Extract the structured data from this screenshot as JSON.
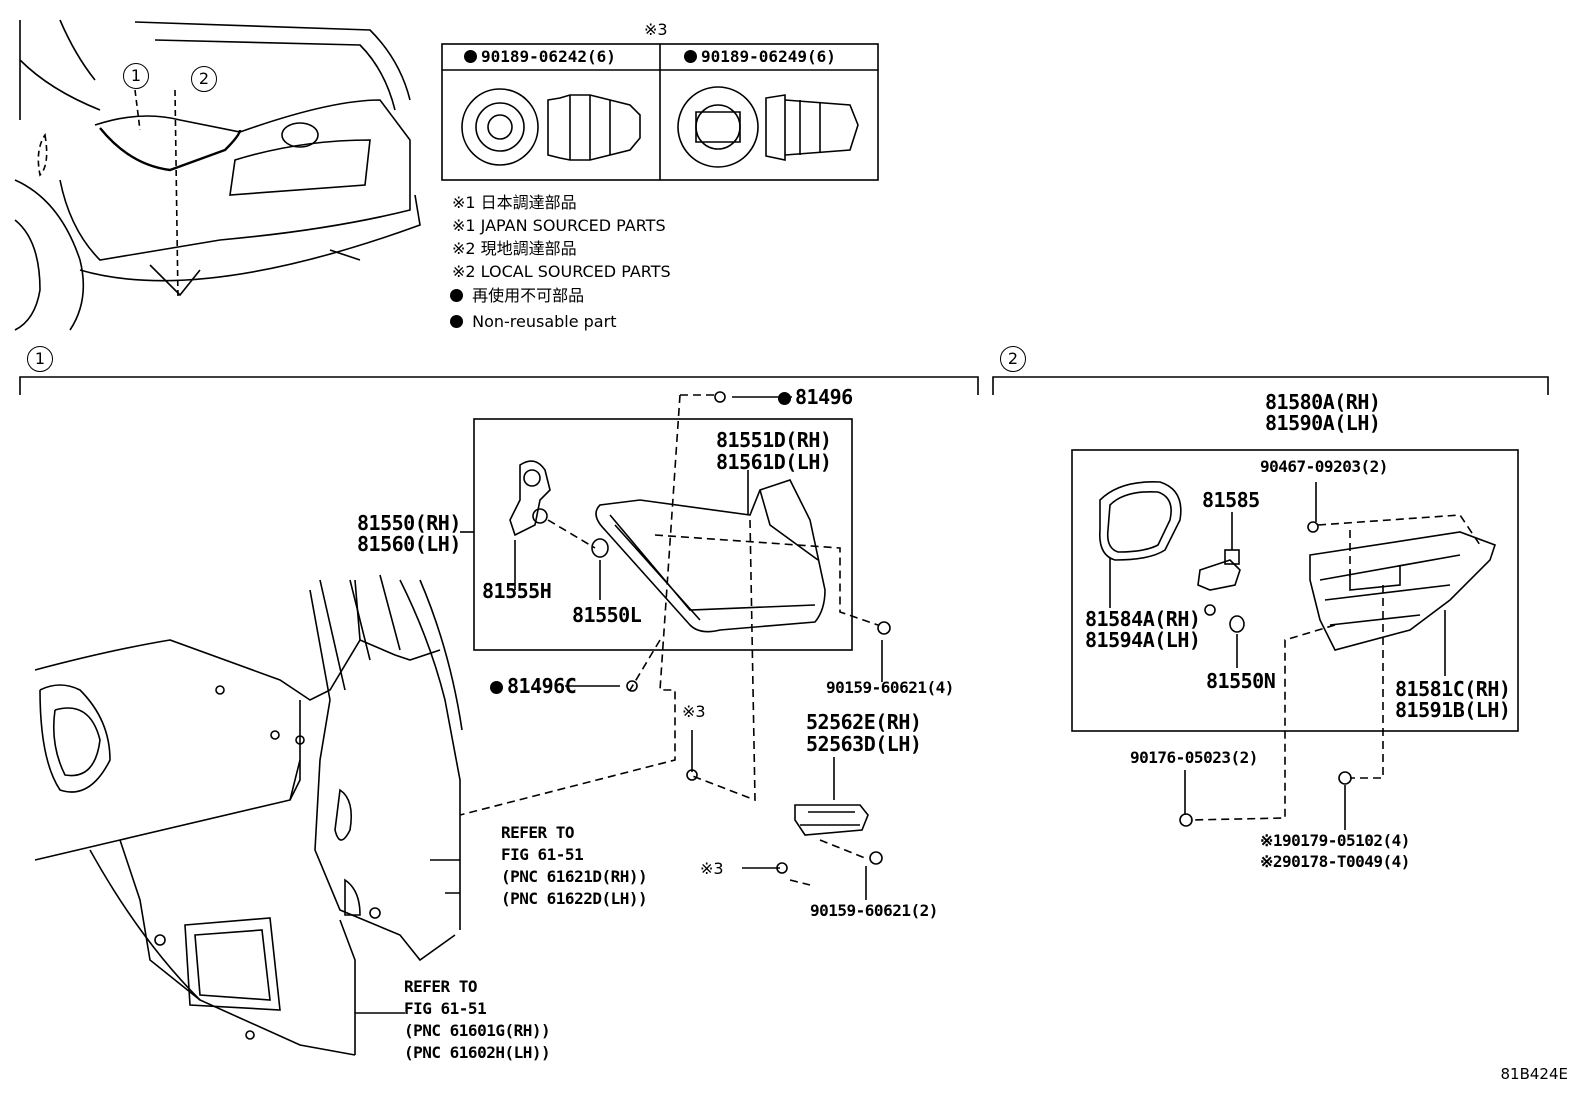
{
  "note_mark": "※3",
  "table": {
    "left_part": "90189-06242(6)",
    "right_part": "90189-06249(6)"
  },
  "legend": [
    "※1 日本調達部品",
    "※1 JAPAN SOURCED PARTS",
    "※2 現地調達部品",
    "※2 LOCAL SOURCED PARTS",
    "再使用不可部品",
    "Non-reusable part"
  ],
  "section1": {
    "marker": "1",
    "parts": {
      "p81496": "81496",
      "p81551D": "81551D(RH)",
      "p81561D": "81561D(LH)",
      "p81550": "81550(RH)",
      "p81560": "81560(LH)",
      "p81555H": "81555H",
      "p81550L": "81550L",
      "p81496C": "81496C",
      "p90159_4": "90159-60621(4)",
      "note3a": "※3",
      "p52562E": "52562E(RH)",
      "p52563D": "52563D(LH)",
      "note3b": "※3",
      "p90159_2": "90159-60621(2)"
    },
    "refer1": [
      "REFER TO",
      "FIG 61-51",
      "(PNC 61621D(RH))",
      "(PNC 61622D(LH))"
    ],
    "refer2": [
      "REFER TO",
      "FIG 61-51",
      "(PNC 61601G(RH))",
      "(PNC 61602H(LH))"
    ]
  },
  "section2": {
    "marker": "2",
    "parts": {
      "p81580A": "81580A(RH)",
      "p81590A": "81590A(LH)",
      "p90467": "90467-09203(2)",
      "p81585": "81585",
      "p81584A": "81584A(RH)",
      "p81594A": "81594A(LH)",
      "p81550N": "81550N",
      "p81581C": "81581C(RH)",
      "p81591B": "81591B(LH)",
      "p90176": "90176-05023(2)",
      "p90179": "※190179-05102(4)",
      "p90178": "※290178-T0049(4)"
    }
  },
  "overview": {
    "c1": "1",
    "c2": "2"
  },
  "footer": "81B424E"
}
